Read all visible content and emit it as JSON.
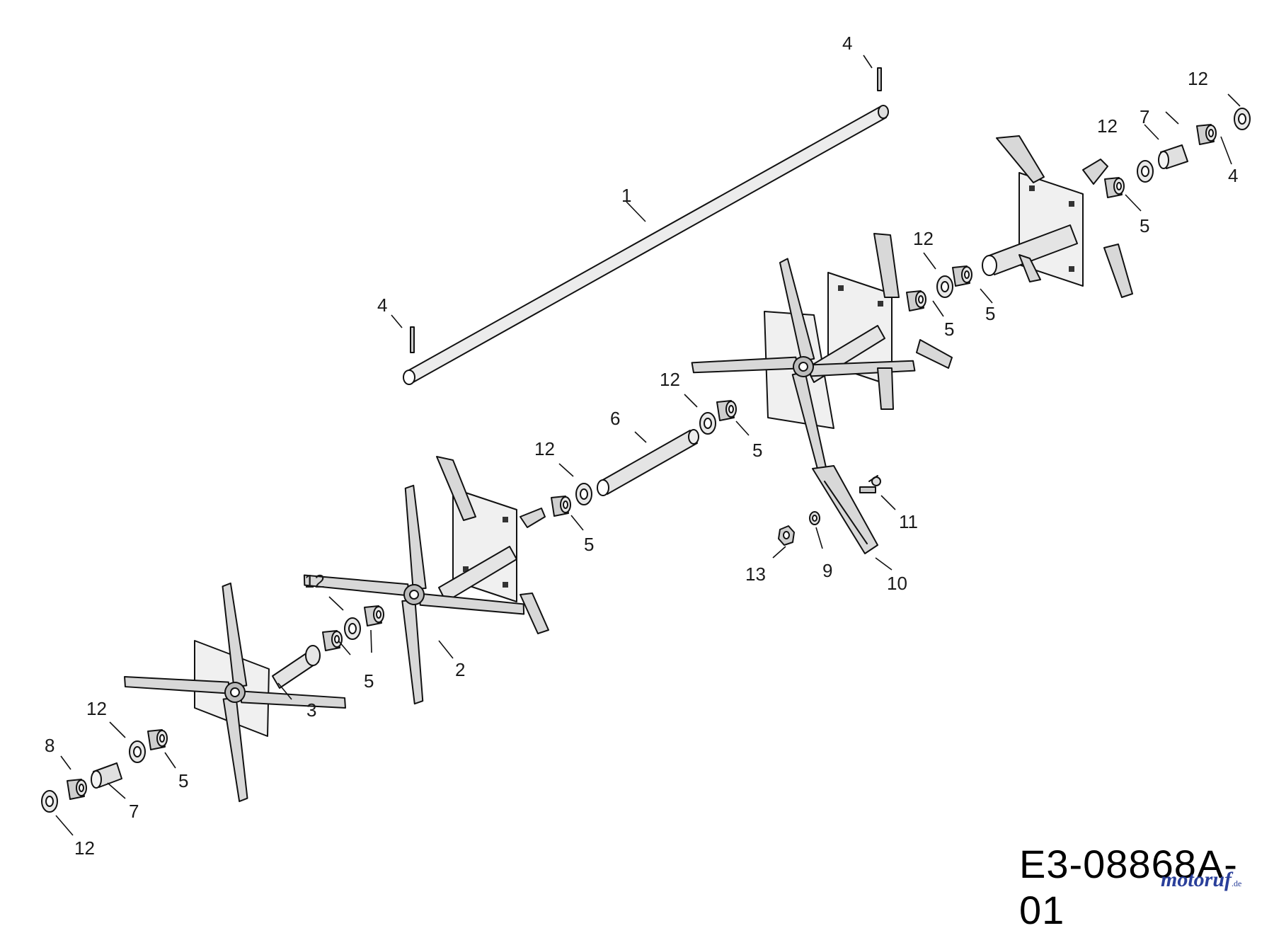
{
  "drawing_number": "E3-08868A-01",
  "watermark": {
    "text": "motoruf",
    "tld": ".de"
  },
  "callouts": {
    "shaft_main": "1",
    "tine_wheel_a": "2",
    "tine_wheel_b": "3",
    "pin_left": "4",
    "pin_top": "4",
    "pin_right": "4",
    "bushing_a": "5",
    "bushing_b": "5",
    "bushing_c": "5",
    "bushing_d": "5",
    "bushing_e": "5",
    "bushing_f": "5",
    "bushing_g": "5",
    "spacer_tube": "6",
    "sleeve_left": "7",
    "sleeve_right": "7",
    "end_cap": "8",
    "lock_washer": "9",
    "tine_blade": "10",
    "carriage_bolt": "11",
    "washer_a": "12",
    "washer_b": "12",
    "washer_c": "12",
    "washer_d": "12",
    "washer_e": "12",
    "washer_f": "12",
    "washer_g": "12",
    "hex_nut": "13"
  }
}
